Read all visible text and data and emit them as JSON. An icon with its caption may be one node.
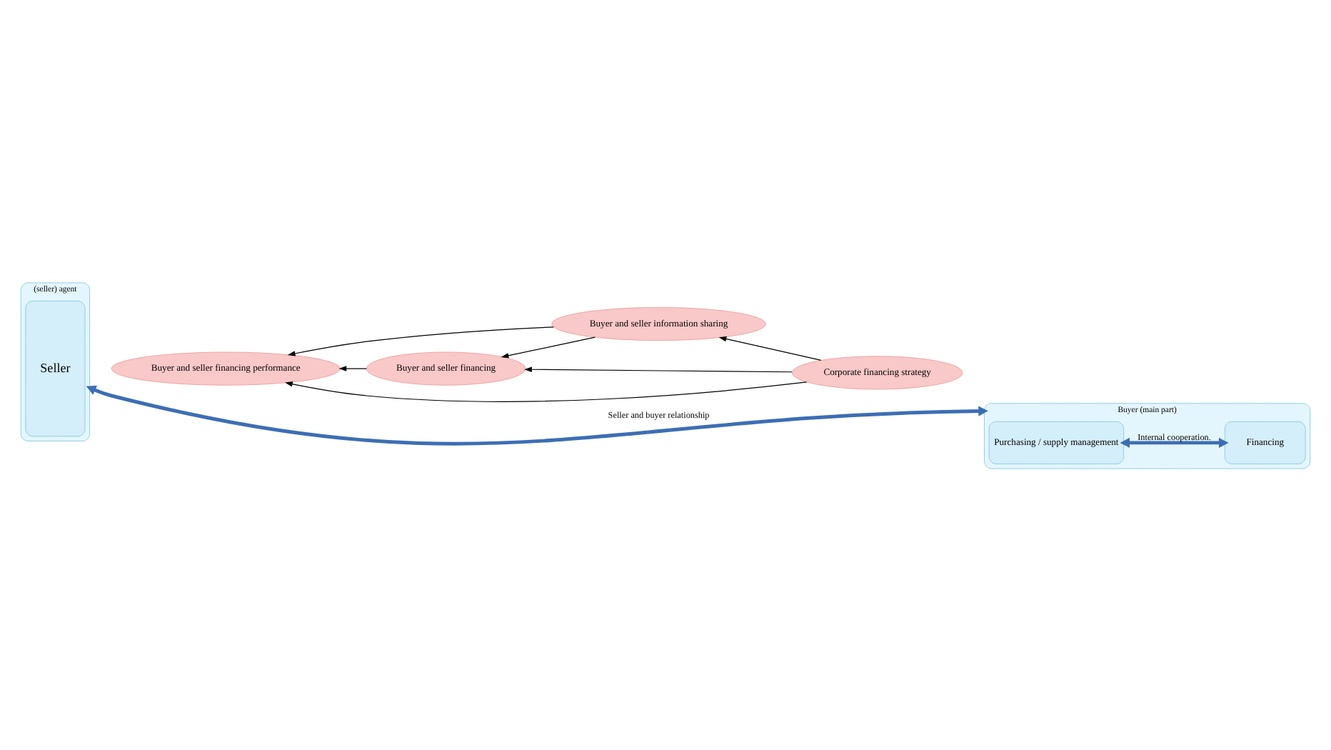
{
  "diagram": {
    "nodes": [
      {
        "text": [
          "(seller) agent"
        ]
      },
      {
        "text": [
          "Seller"
        ],
        "in": 0
      },
      {
        "text": [
          "Buyer (main part)"
        ]
      },
      {
        "text": [
          "Financing"
        ],
        "in": 2
      },
      {
        "text": [
          "Corporate financing strategy"
        ]
      },
      {
        "text": [
          "Purchasing / supply management"
        ],
        "in": 2
      },
      {
        "text": [
          "Buyer and seller financing"
        ]
      },
      {
        "text": [
          "Buyer and seller financing performance"
        ]
      },
      {
        "text": [
          "Buyer and seller information sharing"
        ]
      }
    ],
    "edges": [
      {
        "from": 0,
        "to": 2,
        "arrow": "both",
        "label": "Seller and buyer relationship",
        "style": "thick",
        "color": "#3d6eb4"
      },
      {
        "from": 3,
        "to": 5,
        "arrow": "both",
        "label": "Internal cooperation.",
        "style": "thick",
        "color": "#3d6eb4"
      },
      {
        "from": 6,
        "to": 7,
        "arrow": "to"
      },
      {
        "from": 4,
        "to": 6,
        "arrow": "to"
      },
      {
        "from": 4,
        "to": 7,
        "arrow": "to"
      },
      {
        "from": 4,
        "to": 8,
        "arrow": "to"
      },
      {
        "from": 8,
        "to": 6,
        "arrow": "to"
      },
      {
        "from": 8,
        "to": 7,
        "arrow": "to"
      }
    ]
  }
}
